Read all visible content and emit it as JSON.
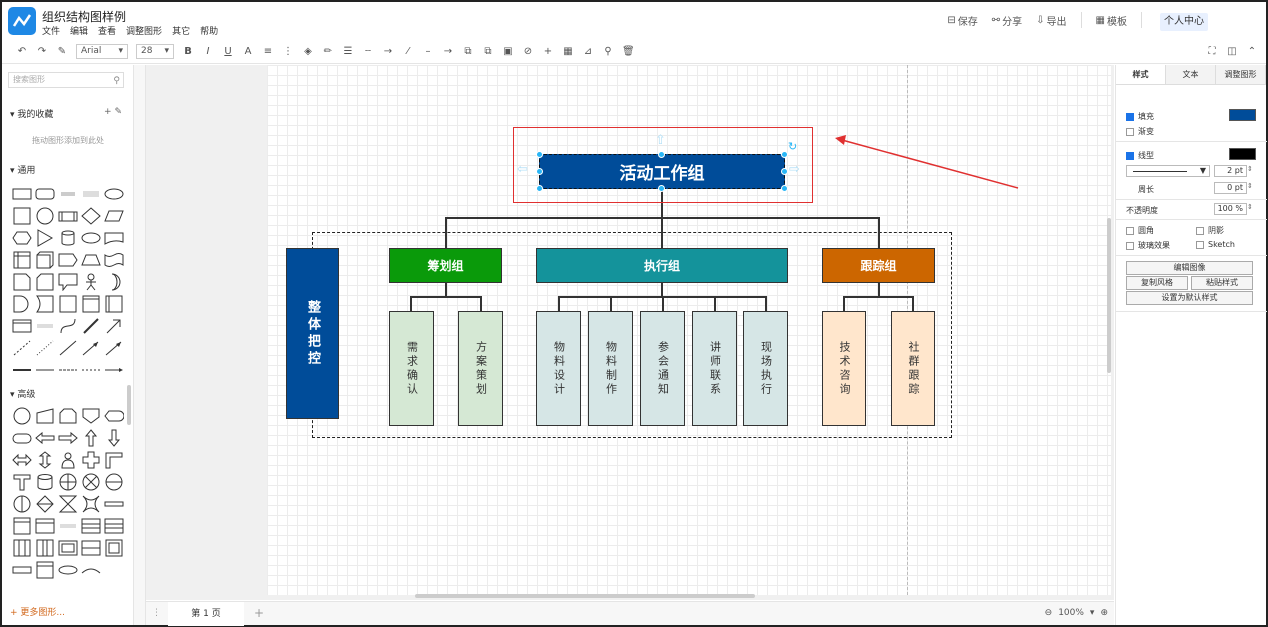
{
  "app": {
    "title": "组织结构图样例",
    "menu": [
      "文件",
      "编辑",
      "查看",
      "调整图形",
      "其它",
      "帮助"
    ],
    "actions": [
      {
        "label": "保存",
        "icon": "save-icon"
      },
      {
        "label": "分享",
        "icon": "share-icon"
      },
      {
        "label": "导出",
        "icon": "export-icon"
      },
      {
        "label": "模板",
        "icon": "template-icon"
      }
    ],
    "user_center": "个人中心"
  },
  "toolbar": {
    "font_family": "Arial",
    "font_size": "28"
  },
  "sidebar": {
    "search_placeholder": "搜索图形",
    "favorites_title": "我的收藏",
    "favorites_hint": "拖动图形添加到此处",
    "general_title": "通用",
    "advanced_title": "高级",
    "more_shapes": "+ 更多图形..."
  },
  "diagram": {
    "root": "活动工作组",
    "side": "整体把控",
    "groups": [
      {
        "name": "筹划组",
        "color": "#0a9a0a",
        "leaves": [
          "需求确认",
          "方案策划"
        ],
        "leaf_color": "#d5e8d4"
      },
      {
        "name": "执行组",
        "color": "#14939b",
        "leaves": [
          "物料设计",
          "物料制作",
          "参会通知",
          "讲师联系",
          "现场执行"
        ],
        "leaf_color": "#d6e6e6"
      },
      {
        "name": "跟踪组",
        "color": "#cc6600",
        "leaves": [
          "技术咨询",
          "社群跟踪"
        ],
        "leaf_color": "#ffe6cc"
      }
    ],
    "root_color": "#004c99",
    "highlight_color": "#e03030"
  },
  "pages": {
    "current": "第 1 页",
    "zoom": "100%"
  },
  "panel": {
    "tabs": [
      "样式",
      "文本",
      "调整图形"
    ],
    "fill_label": "填充",
    "fill_color": "#004c99",
    "gradient_label": "渐变",
    "line_label": "线型",
    "line_color": "#000000",
    "line_width": "2 pt",
    "perimeter_label": "周长",
    "perimeter_value": "0 pt",
    "opacity_label": "不透明度",
    "opacity_value": "100 %",
    "rounded_label": "圆角",
    "shadow_label": "阴影",
    "glass_label": "玻璃效果",
    "sketch_label": "Sketch",
    "buttons": [
      "编辑图像",
      "复制风格",
      "粘贴样式",
      "设置为默认样式"
    ]
  }
}
